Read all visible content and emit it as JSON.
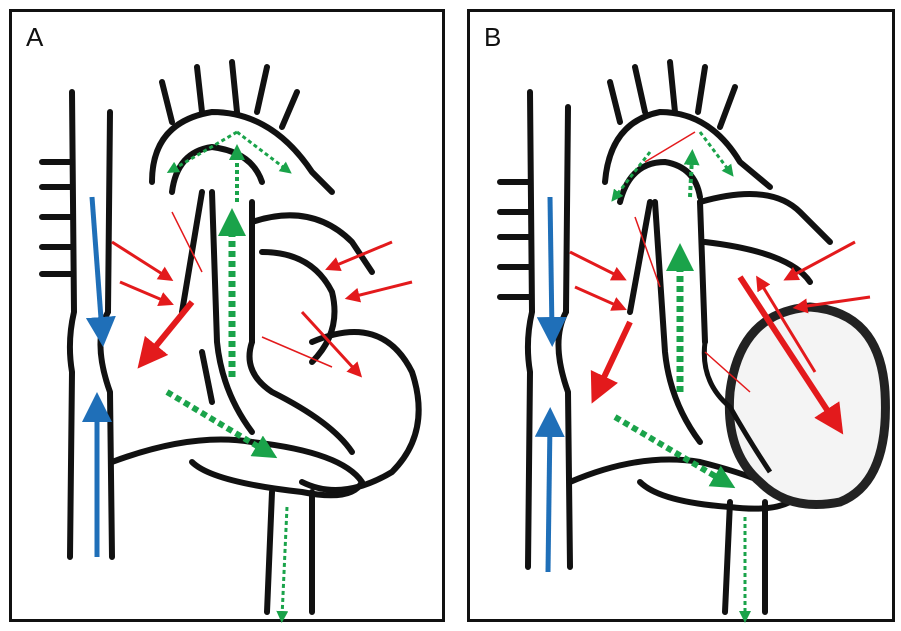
{
  "panels": [
    {
      "label": "A"
    },
    {
      "label": "B"
    }
  ],
  "arrow_colors": {
    "venous_return": "#1f6fb8",
    "oxygenated_flow": "#e31a1c",
    "mixed_flow": "#1aa34a"
  },
  "panel_b_left_ventricle": "enlarged"
}
